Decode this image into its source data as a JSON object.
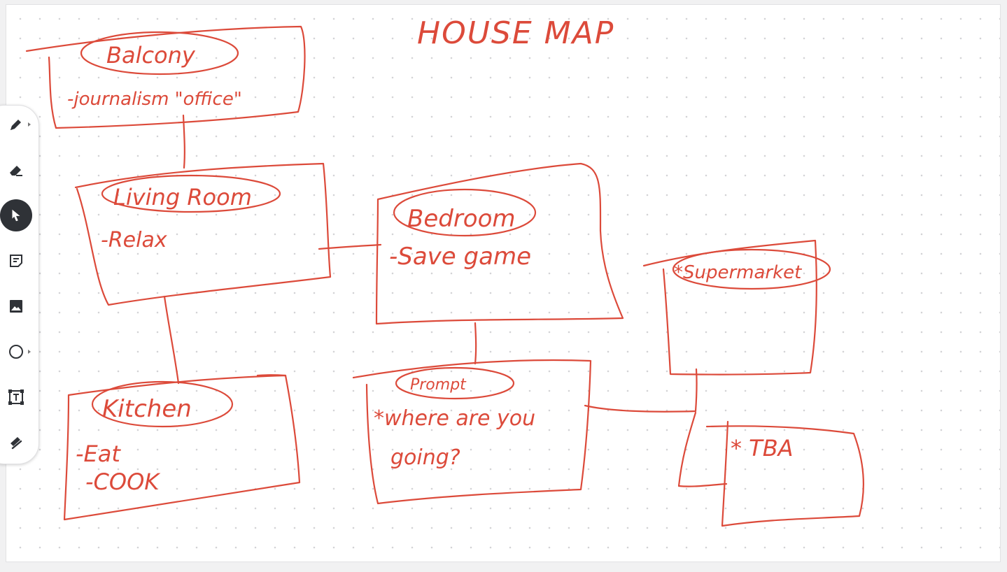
{
  "board": {
    "title": "HOUSE MAP",
    "ink_color": "#dc4a3a"
  },
  "toolbar": {
    "tools": [
      {
        "name": "pen",
        "icon": "pen-icon",
        "active": false
      },
      {
        "name": "eraser",
        "icon": "eraser-icon",
        "active": false
      },
      {
        "name": "select",
        "icon": "pointer-icon",
        "active": true
      },
      {
        "name": "sticky-note",
        "icon": "sticky-note-icon",
        "active": false
      },
      {
        "name": "image",
        "icon": "image-icon",
        "active": false
      },
      {
        "name": "shape",
        "icon": "circle-icon",
        "active": false
      },
      {
        "name": "text",
        "icon": "text-box-icon",
        "active": false
      },
      {
        "name": "lasso",
        "icon": "lasso-icon",
        "active": false
      }
    ]
  },
  "rooms": {
    "balcony": {
      "name": "Balcony",
      "note": "-journalism \"office\""
    },
    "living_room": {
      "name": "Living Room",
      "note": "-Relax"
    },
    "bedroom": {
      "name": "Bedroom",
      "note": "-Save game"
    },
    "supermarket": {
      "name": "*Supermarket"
    },
    "kitchen": {
      "name": "Kitchen",
      "note1": "-Eat",
      "note2": "-COOK"
    },
    "prompt": {
      "name": "Prompt",
      "note1": "*where are you",
      "note2": "going?"
    },
    "tba": {
      "name": "* TBA"
    }
  }
}
